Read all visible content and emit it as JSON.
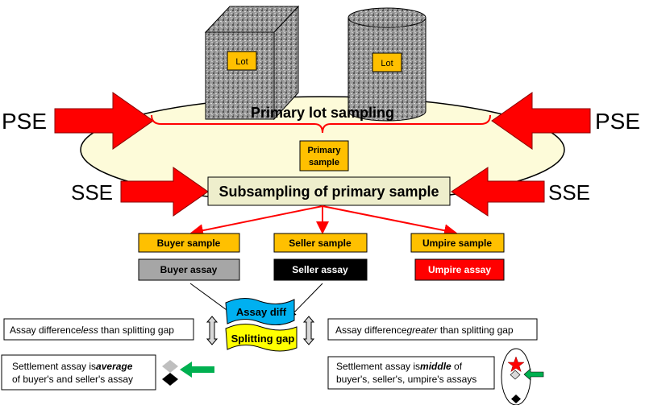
{
  "top": {
    "lot_cube": "Lot",
    "lot_cylinder": "Lot"
  },
  "primary_lot_sampling": "Primary lot sampling",
  "primary_sample": [
    "Primary",
    "sample"
  ],
  "subsampling": "Subsampling of primary sample",
  "pse_left": "PSE",
  "pse_right": "PSE",
  "sse_left": "SSE",
  "sse_right": "SSE",
  "samples": [
    "Buyer sample",
    "Seller sample",
    "Umpire sample"
  ],
  "assays": [
    "Buyer assay",
    "Seller assay",
    "Umpire assay"
  ],
  "assay_diff": "Assay diff",
  "splitting_gap": "Splitting gap",
  "left_condition": {
    "pre": "Assay difference",
    "em": "less",
    "post": " than splitting gap"
  },
  "right_condition": {
    "pre": "Assay difference",
    "em": "greater",
    "post": " than splitting gap"
  },
  "left_settlement": {
    "pre": "Settlement assay is",
    "em": "average",
    "line2": "of buyer's and seller's assay"
  },
  "right_settlement": {
    "pre": "Settlement assay is",
    "em": "middle",
    "post": " of",
    "line2": "buyer's, seller's, umpire's assays"
  },
  "colors": {
    "orange": "#ffc000",
    "red": "#ff0000",
    "green": "#00b050",
    "blue": "#00b0f0",
    "yellow": "#ffff00",
    "ellipse": "#fdfbd9"
  }
}
